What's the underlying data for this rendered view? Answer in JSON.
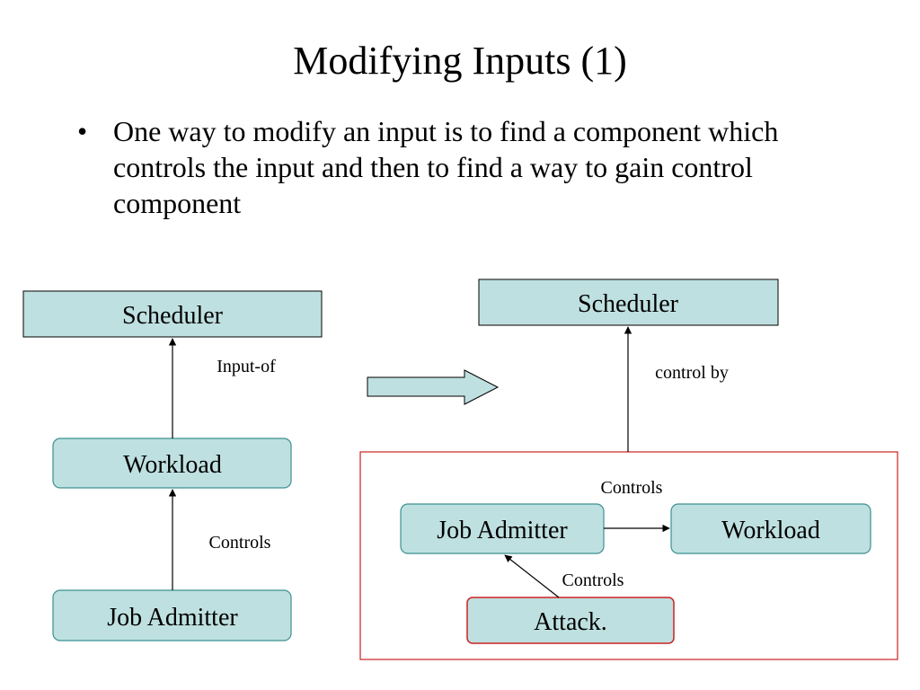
{
  "slide": {
    "title": "Modifying Inputs (1)",
    "bullet": "One way to modify an input is to find a component which controls the input and then to find a way to gain control component"
  },
  "left_diagram": {
    "scheduler": "Scheduler",
    "workload": "Workload",
    "job_admitter": "Job Admitter",
    "edge_workload_scheduler": "Input-of",
    "edge_admitter_workload": "Controls"
  },
  "right_diagram": {
    "scheduler": "Scheduler",
    "job_admitter": "Job Admitter",
    "workload": "Workload",
    "attack": "Attack.",
    "edge_group_scheduler": "control by",
    "edge_admitter_workload": "Controls",
    "edge_attack_admitter": "Controls"
  },
  "colors": {
    "node_fill": "#bfe0e0",
    "rounded_node_border": "#3c9090",
    "attack_border": "#cc2222",
    "group_border": "#cc2222"
  }
}
